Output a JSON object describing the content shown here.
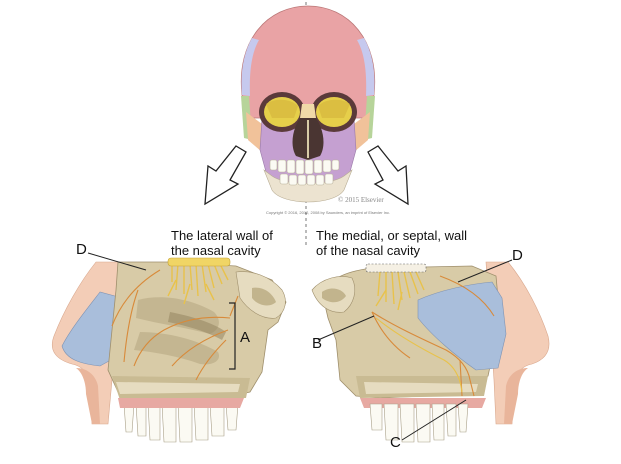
{
  "captions": {
    "lateral": [
      "The lateral wall of",
      "the nasal cavity"
    ],
    "medial": [
      "The medial, or septal, wall",
      "of the nasal cavity"
    ]
  },
  "labels": {
    "A": "A",
    "B": "B",
    "C": "C",
    "D_left": "D",
    "D_right": "D"
  },
  "copyright": "© 2015 Elsevier",
  "fine_print": "Copyright © 2016, 2012, 2008 by Saunders, an imprint of Elsevier Inc.",
  "colors": {
    "frontal": "#e9a3a5",
    "parietal": "#c6c9ee",
    "temporal": "#b7d49a",
    "maxilla": "#c5a0d1",
    "zygomatic": "#f1c29a",
    "orbit_fill": "#e6cf4a",
    "bone": "#d8cba7",
    "cartilage": "#a9bedb",
    "skin": "#f3cdb7",
    "nerve": "#e8c24b",
    "vessel": "#d88a3a"
  }
}
